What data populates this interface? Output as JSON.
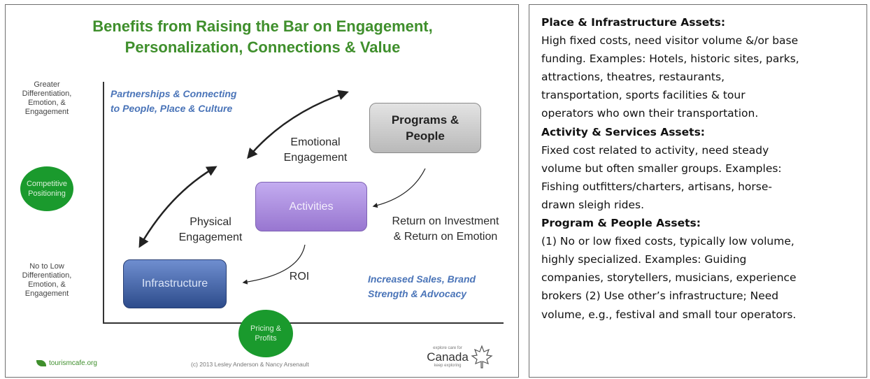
{
  "diagram": {
    "title_line1": "Benefits from Raising the Bar on Engagement,",
    "title_line2": "Personalization, Connections & Value",
    "y_top_label": [
      "Greater",
      "Differentiation,",
      "Emotion, &",
      "Engagement"
    ],
    "y_bottom_label": [
      "No to Low",
      "Differentiation,",
      "Emotion, &",
      "Engagement"
    ],
    "competitive": [
      "Competitive",
      "Positioning"
    ],
    "pricing": [
      "Pricing &",
      "Profits"
    ],
    "partnerships": [
      "Partnerships & Connecting",
      "to People, Place & Culture"
    ],
    "increased_sales": [
      "Increased Sales, Brand",
      "Strength & Advocacy"
    ],
    "infrastructure": "Infrastructure",
    "activities": "Activities",
    "programs": [
      "Programs &",
      "People"
    ],
    "physical": [
      "Physical",
      "Engagement"
    ],
    "emotional": [
      "Emotional",
      "Engagement"
    ],
    "roi": "ROI",
    "return_on": [
      "Return on Investment",
      "& Return on Emotion"
    ],
    "website": "tourismcafe.org",
    "copyright": "(c) 2013 Lesley Anderson & Nancy Arsenault",
    "canada_small": [
      "explore care for"
    ],
    "canada": "Canada",
    "canada_tag": "keep exploring",
    "colors": {
      "title_green": "#3f8f2c",
      "circle_green": "#1a9a2d",
      "infra_blue": "#3c5a98",
      "activities_purple": "#a98bd9",
      "programs_gray": "#cfcfcf",
      "italic_blue": "#4a74b8"
    }
  },
  "text_panel": {
    "h1": "Place & Infrastructure Assets:",
    "p1": [
      "High fixed costs, need visitor volume &/or base",
      "funding. Examples: Hotels, historic sites, parks,",
      "attractions, theatres, restaurants,",
      "transportation, sports facilities & tour",
      "operators who own their transportation."
    ],
    "h2": "Activity & Services Assets:",
    "p2": [
      "Fixed cost related to activity, need steady",
      "volume but often smaller groups. Examples:",
      "Fishing outfitters/charters, artisans, horse-",
      "drawn sleigh rides."
    ],
    "h3": "Program & People Assets:",
    "p3": [
      "(1) No or low fixed costs, typically low volume,",
      "highly specialized. Examples: Guiding",
      "companies, storytellers, musicians, experience",
      "brokers (2) Use other’s infrastructure; Need",
      "volume, e.g., festival and small tour operators."
    ]
  }
}
